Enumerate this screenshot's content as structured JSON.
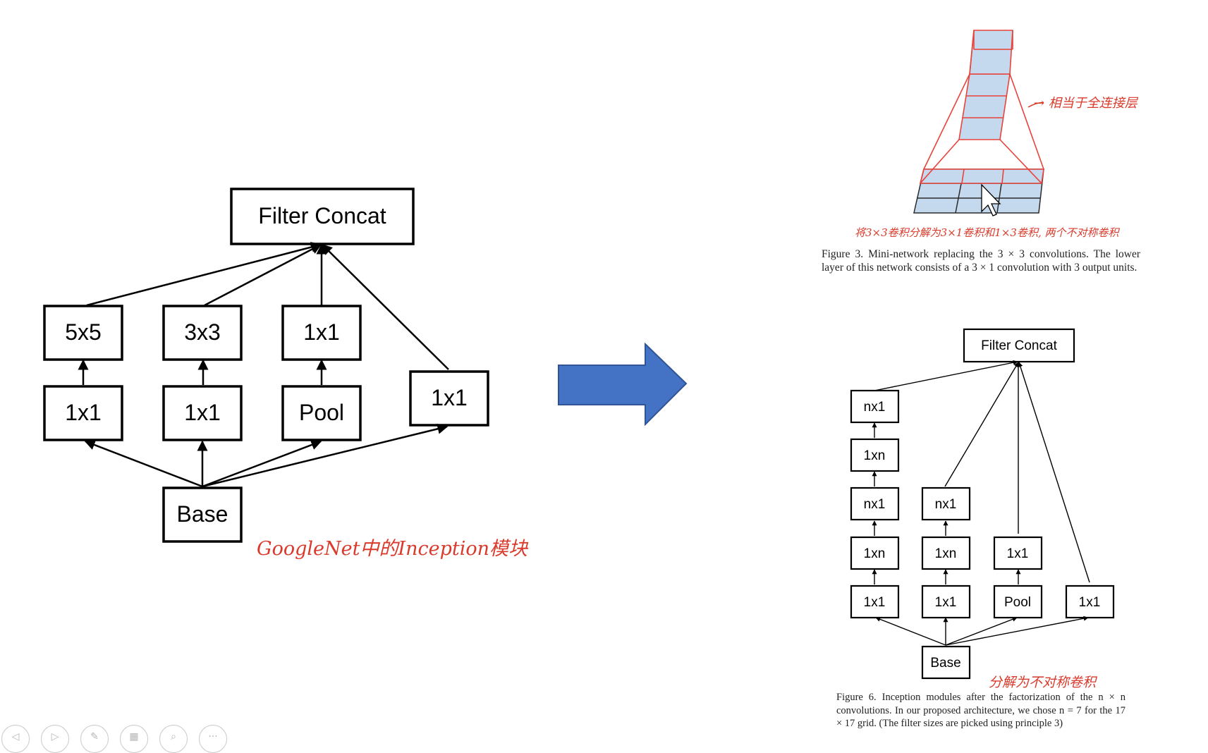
{
  "left_diagram": {
    "concat": "Filter Concat",
    "row_top": [
      "5x5",
      "3x3",
      "1x1"
    ],
    "row_mid": [
      "1x1",
      "1x1",
      "Pool",
      "1x1"
    ],
    "base": "Base"
  },
  "left_annotation": "GoogleNet中的Inception模块",
  "figure3": {
    "annotation_side": "→ 相当于全连接层",
    "annotation_below": "将3×3卷积分解为3×1卷积和1×3卷积, 两个不对称卷积",
    "caption": "Figure 3. Mini-network replacing the 3 × 3 convolutions. The lower layer of this network consists of a 3 × 1 convolution with 3 output units."
  },
  "figure6": {
    "concat": "Filter Concat",
    "col1": [
      "nx1",
      "1xn",
      "nx1",
      "1xn",
      "1x1"
    ],
    "col2": [
      "nx1",
      "1xn",
      "1x1"
    ],
    "col3": [
      "1x1",
      "Pool"
    ],
    "col4": [
      "1x1"
    ],
    "base": "Base",
    "annotation": "分解为不对称卷积",
    "caption": "Figure 6. Inception modules after the factorization of the n × n convolutions. In our proposed architecture, we chose n = 7 for the 17 × 17 grid. (The filter sizes are picked using principle 3)"
  },
  "colors": {
    "arrow_fill": "#4472c4",
    "arrow_stroke": "#2f5597",
    "annotation": "#d93a2b",
    "grid_fill": "#c5d9ee",
    "grid_red": "#e8433a"
  },
  "toolbar_icons": [
    "prev-icon",
    "next-icon",
    "pen-icon",
    "grid-icon",
    "zoom-icon",
    "more-icon"
  ]
}
